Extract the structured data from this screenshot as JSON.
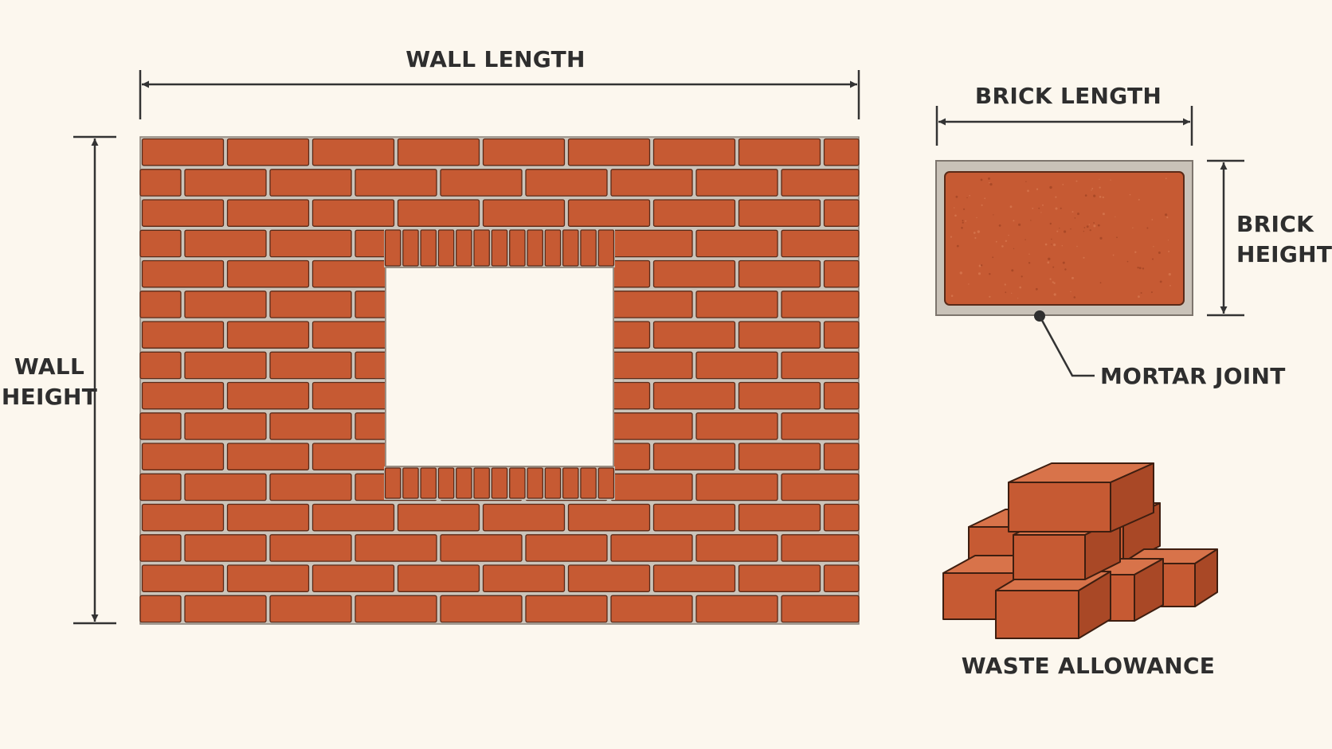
{
  "labels": {
    "wall_length": "WALL LENGTH",
    "wall_height_line1": "WALL",
    "wall_height_line2": "HEIGHT",
    "brick_length": "BRICK LENGTH",
    "brick_height_line1": "BRICK",
    "brick_height_line2": "HEIGHT",
    "mortar_joint": "MORTAR JOINT",
    "waste_allowance": "WASTE ALLOWANCE"
  },
  "colors": {
    "background": "#fcf7ee",
    "brick": "#c65a33",
    "brick_edge": "#5a2a18",
    "mortar": "#c9c2b8",
    "dimension_line": "#333333"
  }
}
